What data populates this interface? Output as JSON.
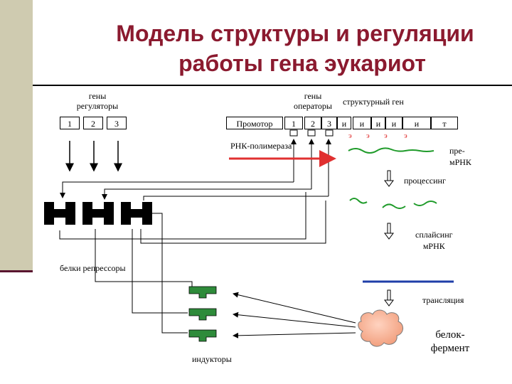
{
  "title": {
    "line1": "Модель структуры и регуляции",
    "line2": "работы гена эукариот"
  },
  "labels": {
    "regulator_genes": "гены\nрегуляторы",
    "operator_genes": "гены\nоператоры",
    "structural_gene": "структурный ген",
    "promoter": "Промотор",
    "rna_polymerase": "РНК-полимераза",
    "pre_mrna": "пре-\nмРНК",
    "processing": "процессинг",
    "splicing": "сплайсинг\nмРНК",
    "repressor_proteins": "белки репрессоры",
    "translation": "трансляция",
    "protein_enzyme": "белок-\nфермент",
    "inducers": "индукторы"
  },
  "regulator_cells": [
    "1",
    "2",
    "3"
  ],
  "operator_cells": [
    "1",
    "2",
    "3"
  ],
  "structural_cells": [
    "и",
    "и",
    "и",
    "и",
    "и",
    "т"
  ],
  "exon_marks": [
    "э",
    "э",
    "э",
    "э"
  ],
  "colors": {
    "title": "#8b1a2f",
    "polymerase_arrow": "#e03030",
    "mrna": "#1f9b2a",
    "translation_bar": "#1f3ea8",
    "inducer": "#2e8b3a",
    "protein": "#f6b39a",
    "sidebar": "#cfcbb0"
  }
}
